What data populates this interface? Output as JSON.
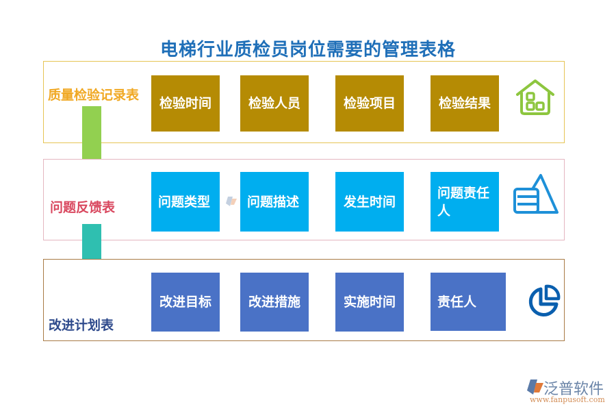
{
  "title": "电梯行业质检员岗位需要的管理表格",
  "colors": {
    "title": "#1f6fb8",
    "section1_label": "#f0a823",
    "section2_label": "#d9485f",
    "section3_label": "#2e4a8c",
    "gold_box": "#b58b04",
    "sky_box": "#00aeef",
    "blue_box": "#4a72c6",
    "arrow1": "#92d050",
    "arrow2": "#2fbfb0",
    "icon_house": "#8dc63f",
    "icon_pyramid": "#1e90d8",
    "icon_pie": "#0a5fae"
  },
  "sections": [
    {
      "label": "质量检验记录表",
      "icon": "house-icon",
      "items": [
        "检验时间",
        "检验人员",
        "检验项目",
        "检验结果"
      ]
    },
    {
      "label": "问题反馈表",
      "icon": "pyramid-chart-icon",
      "items": [
        "问题类型",
        "问题描述",
        "发生时间",
        "问题责任人"
      ]
    },
    {
      "label": "改进计划表",
      "icon": "pie-chart-icon",
      "items": [
        "改进目标",
        "改进措施",
        "实施时间",
        "责任人"
      ]
    }
  ],
  "brand": {
    "name": "泛普软件",
    "url": "www.fanpusoft.com"
  }
}
